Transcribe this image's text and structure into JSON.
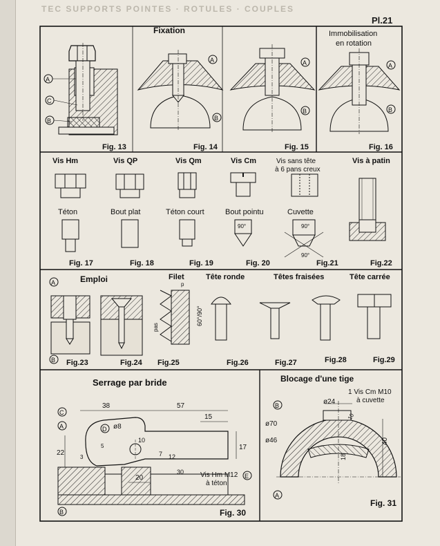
{
  "header": {
    "faded_title": "TEC SUPPORTS POINTES · ROTULES · COUPLES",
    "plate": "Pl.21"
  },
  "section1": {
    "title_fixation": "Fixation",
    "title_immobilisation_1": "Immobilisation",
    "title_immobilisation_2": "en rotation",
    "labels": {
      "A": "A",
      "B": "B",
      "C": "C"
    },
    "fig13": "Fig. 13",
    "fig14": "Fig. 14",
    "fig15": "Fig. 15",
    "fig16": "Fig. 16"
  },
  "section2": {
    "vis_hm": "Vis Hm",
    "vis_qp": "Vis QP",
    "vis_qm": "Vis Qm",
    "vis_cm": "Vis Cm",
    "vis_sans_tete_1": "Vis sans tête",
    "vis_sans_tete_2": "à 6 pans creux",
    "vis_patin": "Vis à patin",
    "teton": "Téton",
    "bout_plat": "Bout plat",
    "teton_court": "Téton court",
    "bout_pointu": "Bout pointu",
    "cuvette": "Cuvette",
    "angle_90": "90°",
    "fig17": "Fig. 17",
    "fig18": "Fig. 18",
    "fig19": "Fig. 19",
    "fig20": "Fig. 20",
    "fig21": "Fig.21",
    "fig22": "Fig.22"
  },
  "section3": {
    "emploi": "Emploi",
    "filet": "Filet",
    "tete_ronde": "Tête ronde",
    "tetes_fraisees": "Têtes fraisées",
    "tete_carree": "Tête carrée",
    "pas": "pas",
    "p": "p",
    "angle": "60°/90°",
    "fig23": "Fig.23",
    "fig24": "Fig.24",
    "fig25": "Fig.25",
    "fig26": "Fig.26",
    "fig27": "Fig.27",
    "fig28": "Fig.28",
    "fig29": "Fig.29"
  },
  "section4": {
    "title": "Serrage par bride",
    "dims": {
      "d38": "38",
      "d57": "57",
      "d15": "15",
      "d8": "ø8",
      "d10": "10",
      "d17": "17",
      "d22": "22",
      "d7": "7",
      "d12": "12",
      "d30": "30",
      "d20": "20",
      "d3": "3",
      "d5": "5"
    },
    "vis_hm_1": "Vis Hm M12",
    "vis_hm_2": "à téton",
    "labels": {
      "A": "A",
      "B": "B",
      "C": "C",
      "D": "D",
      "E": "E"
    },
    "fig30": "Fig. 30"
  },
  "section5": {
    "title": "Blocage d'une tige",
    "vis_cm_1": "1 Vis Cm M10",
    "vis_cm_2": "à cuvette",
    "dims": {
      "d24": "ø24",
      "d70": "ø70",
      "d46": "ø46",
      "d40": "40",
      "d18": "18",
      "d10": "10"
    },
    "labels": {
      "A": "A",
      "B": "B"
    },
    "fig31": "Fig. 31"
  }
}
